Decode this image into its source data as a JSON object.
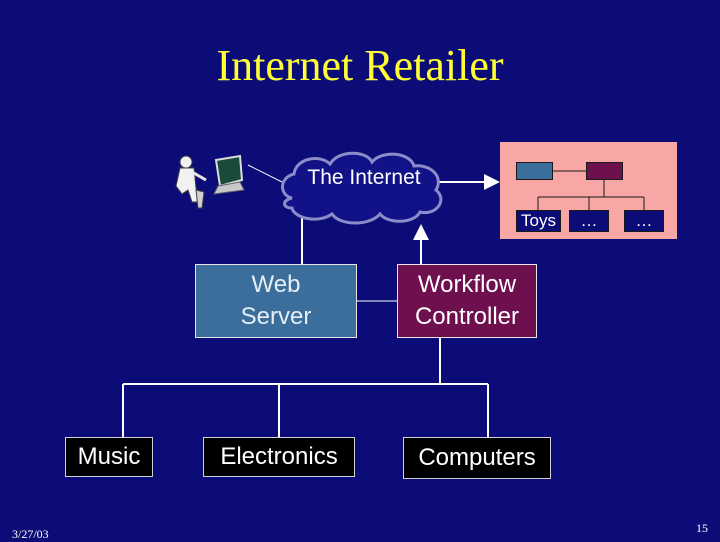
{
  "slide": {
    "title": "Internet Retailer",
    "date": "3/27/03",
    "page_number": "15"
  },
  "diagram": {
    "cloud_label": "The Internet",
    "web_server": "Web Server",
    "workflow_controller": "Workflow Controller",
    "departments": [
      "Music",
      "Electronics",
      "Computers"
    ],
    "org_chart": {
      "leaves": [
        "Toys",
        "…",
        "…"
      ]
    },
    "icons": [
      "user-computer-icon",
      "cloud-icon"
    ]
  },
  "colors": {
    "background": "#0c0c78",
    "title": "#ffff33",
    "web_server": "#3b6e9a",
    "workflow_controller": "#6e0f4e",
    "org_chart_bg": "#f8a6a6"
  }
}
